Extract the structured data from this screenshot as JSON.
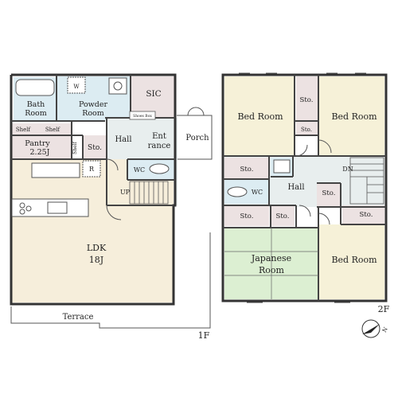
{
  "floors": {
    "first": {
      "label": "1F",
      "rooms": {
        "bath": "Bath",
        "bath2": "Room",
        "powder": "Powder",
        "powder2": "Room",
        "sic": "SIC",
        "shoes_box": "Shoes Box",
        "shelf_a": "Shelf",
        "shelf_b": "Shelf",
        "shelf_c": "Shelf",
        "pantry": "Pantry",
        "pantry_size": "2.25J",
        "storage": "Sto.",
        "hall": "Hall",
        "entrance": "Ent",
        "entrance2": "rance",
        "porch": "Porch",
        "wc": "WC",
        "fridge": "R",
        "washer": "W",
        "up": "UP",
        "ldk": "LDK",
        "ldk_size": "18J",
        "terrace": "Terrace"
      }
    },
    "second": {
      "label": "2F",
      "rooms": {
        "bed_nw": "Bed Room",
        "bed_ne": "Bed Room",
        "bed_se": "Bed Room",
        "japanese": "Japanese",
        "japanese2": "Room",
        "hall": "Hall",
        "wc": "WC",
        "dn": "DN",
        "sto_top": "Sto.",
        "sto_top_small": "Sto.",
        "sto_left": "Sto.",
        "sto_lower_left": "Sto.",
        "sto_lower_mid": "Sto.",
        "sto_right": "Sto.",
        "sto_right_lower": "Sto."
      }
    }
  },
  "compass": {
    "symbol": "N"
  },
  "colors": {
    "bedroom": "#f6f1d8",
    "ldk": "#f6eedb",
    "hall": "#e8eeee",
    "wet": "#dcecf2",
    "storage": "#ece2e2",
    "tatami": "#dcefd2",
    "wall": "#333333"
  }
}
